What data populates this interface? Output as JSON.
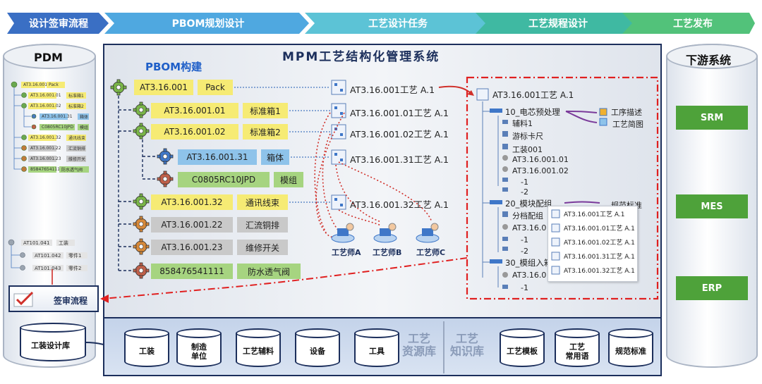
{
  "banner": {
    "steps": [
      "设计签审流程",
      "PBOM规划设计",
      "工艺设计任务",
      "工艺规程设计",
      "工艺发布"
    ],
    "colors": [
      "#3a6fc4",
      "#4fa8e0",
      "#5cc3d6",
      "#3fb9a2",
      "#52c27a"
    ]
  },
  "pdm": {
    "title": "PDM",
    "tree": [
      {
        "code": "AT3.16.001",
        "name": "Pack"
      },
      {
        "code": "AT3.16.001.01",
        "name": "标准箱1"
      },
      {
        "code": "AT3.16.001.02",
        "name": "标准箱2"
      },
      {
        "code": "AT3.16.001.31",
        "name": "箱体"
      },
      {
        "code": "C0805RC10JPD",
        "name": "模组"
      },
      {
        "code": "AT3.16.001.32",
        "name": "通讯线束"
      },
      {
        "code": "AT3.16.001.22",
        "name": "汇流铜排"
      },
      {
        "code": "AT3.16.001.23",
        "name": "维修开关"
      },
      {
        "code": "858476541111",
        "name": "防水透气阀"
      }
    ],
    "tree2": [
      {
        "code": "AT101.041",
        "name": "工装"
      },
      {
        "code": "AT101.042",
        "name": "零件1"
      },
      {
        "code": "AT101.043",
        "name": "零件2"
      }
    ],
    "approval": "签审流程",
    "tooling_db": "工装设计库"
  },
  "mpm": {
    "title": "MPM工艺结构化管理系统",
    "pbom_title": "PBOM构建",
    "pbom": [
      {
        "code": "AT3.16.001",
        "name": "Pack",
        "color": "y"
      },
      {
        "code": "AT3.16.001.01",
        "name": "标准箱1",
        "color": "y"
      },
      {
        "code": "AT3.16.001.02",
        "name": "标准箱2",
        "color": "y"
      },
      {
        "code": "AT3.16.001.31",
        "name": "箱体",
        "color": "b"
      },
      {
        "code": "C0805RC10JPD",
        "name": "模组",
        "color": "g"
      },
      {
        "code": "AT3.16.001.32",
        "name": "通讯线束",
        "color": "y"
      },
      {
        "code": "AT3.16.001.22",
        "name": "汇流铜排",
        "color": "gr"
      },
      {
        "code": "AT3.16.001.23",
        "name": "维修开关",
        "color": "gr"
      },
      {
        "code": "858476541111",
        "name": "防水透气阀",
        "color": "g"
      }
    ],
    "process_items": [
      "AT3.16.001工艺 A.1",
      "AT3.16.001.01工艺 A.1",
      "AT3.16.001.02工艺 A.1",
      "AT3.16.001.31工艺 A.1",
      "AT3.16.001.32工艺 A.1"
    ],
    "engineers": [
      "工艺师A",
      "工艺师B",
      "工艺师C"
    ],
    "route": {
      "root": "AT3.16.001工艺 A.1",
      "op10": "10_电芯预处理",
      "op10_items": [
        "辅料1",
        "游标卡尺",
        "工装001",
        "AT3.16.001.01",
        "AT3.16.001.02",
        "-1",
        "-2"
      ],
      "op10_links": [
        "工序描述",
        "工艺简图"
      ],
      "op20": "20_模块配组",
      "op20_items": [
        "分档配组",
        "AT3.16.0",
        "-1",
        "-2"
      ],
      "op20_link": "规范标准",
      "op30": "30_模组入箱",
      "op30_items": [
        "AT3.16.0",
        "-1"
      ],
      "popup": [
        "AT3.16.001工艺 A.1",
        "AT3.16.001.01工艺 A.1",
        "AT3.16.001.02工艺 A.1",
        "AT3.16.001.31工艺 A.1",
        "AT3.16.001.32工艺 A.1"
      ]
    },
    "resource_title": "工艺\n资源库",
    "resources": [
      "工装",
      "制造\n单位",
      "工艺辅料",
      "设备",
      "工具"
    ],
    "knowledge_title": "工艺\n知识库",
    "knowledge": [
      "工艺模板",
      "工艺\n常用语",
      "规范标准"
    ]
  },
  "downstream": {
    "title": "下游系统",
    "systems": [
      "SRM",
      "MES",
      "ERP"
    ]
  }
}
